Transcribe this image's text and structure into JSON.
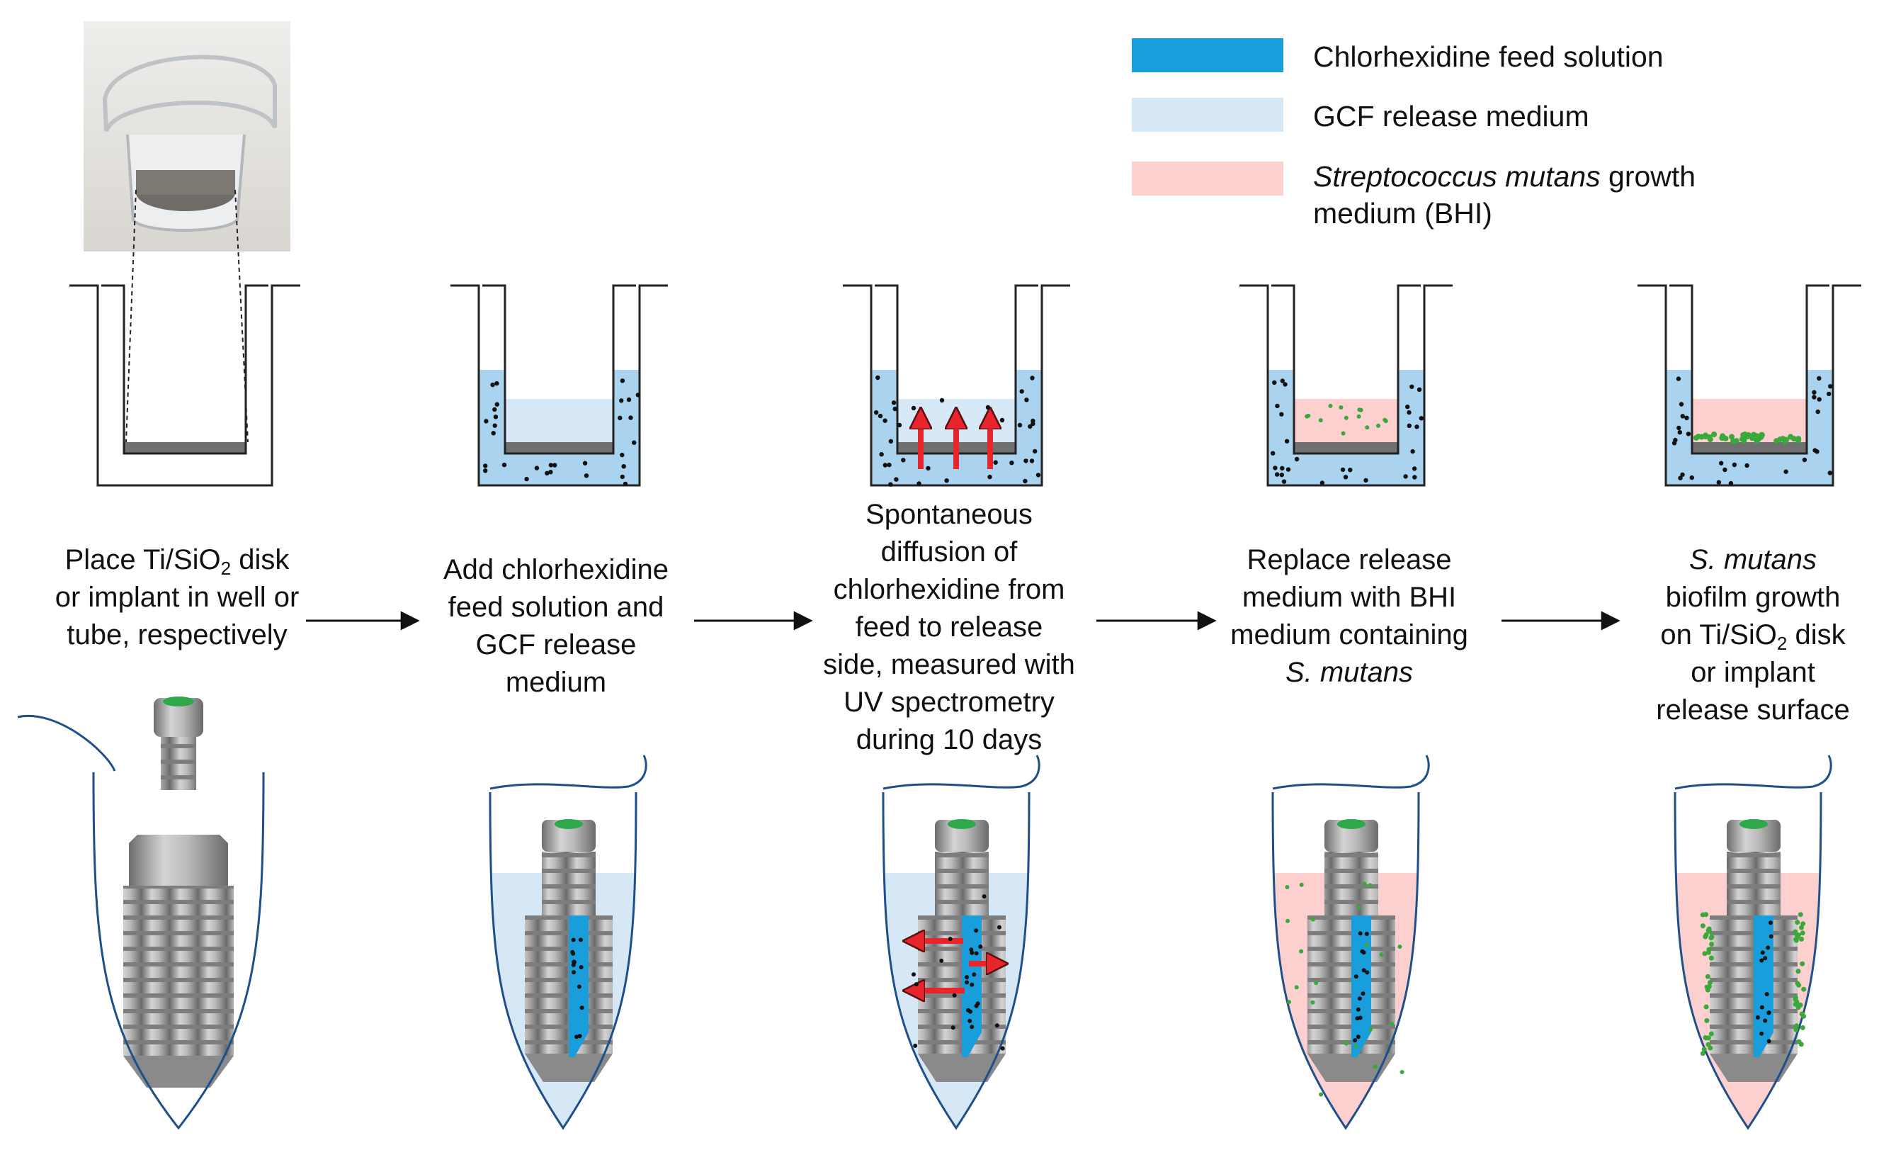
{
  "colors": {
    "feed": "#1a9ddb",
    "gcf": "#d6e8f6",
    "bhi": "#fbd0cf",
    "well_liquid": "#a9d3ee",
    "disk": "#707070",
    "arrow": "#e8252b",
    "bacteria": "#3aa83a",
    "tube_outline": "#1f4f8a"
  },
  "legend": [
    {
      "label": "Chlorhexidine feed solution",
      "color": "#1a9ddb"
    },
    {
      "label": "GCF release medium",
      "color": "#d6e8f6"
    },
    {
      "label_italic": "Streptococcus mutans",
      "label_rest": " growth",
      "label_line2": "medium (BHI)",
      "color": "#fbd0cf"
    }
  ],
  "steps": [
    {
      "id": 1,
      "line1_pre": "Place Ti/SiO",
      "line1_sub": "2",
      "line1_post": " disk",
      "line2": "or implant in well or",
      "line3": "tube, respectively"
    },
    {
      "id": 2,
      "lines": [
        "Add chlorhexidine",
        "feed solution and",
        "GCF release",
        "medium"
      ]
    },
    {
      "id": 3,
      "lines": [
        "Spontaneous",
        "diffusion of",
        "chlorhexidine from",
        "feed to release",
        "side, measured with",
        "UV spectrometry",
        "during 10 days"
      ]
    },
    {
      "id": 4,
      "lines": [
        "Replace release",
        "medium with BHI",
        "medium containing"
      ],
      "line_italic": "S. mutans"
    },
    {
      "id": 5,
      "line_italic": "S. mutans",
      "line2": "biofilm growth",
      "line3_pre": "on Ti/SiO",
      "line3_sub": "2",
      "line3_post": " disk",
      "line4": "or implant",
      "line5": "release surface"
    }
  ],
  "icons": [
    "photo-insert-icon",
    "well-icon",
    "tube-icon",
    "implant-icon",
    "arrow-right-icon",
    "diffusion-arrow-icon"
  ]
}
